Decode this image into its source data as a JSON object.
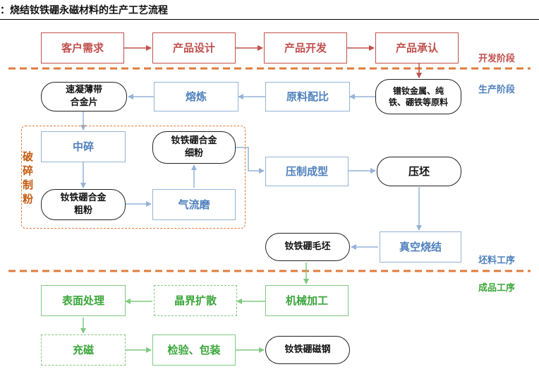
{
  "title": "：烧结钕铁硼永磁材料的生产工艺流程",
  "phases": {
    "dev": "开发阶段",
    "prod": "生产阶段",
    "blank": "坯料工序",
    "finished": "成品工序"
  },
  "dev_steps": [
    "客户需求",
    "产品设计",
    "产品开发",
    "产品承认"
  ],
  "nodes": {
    "raw_materials": "镨钕金属、纯\n铁、硼铁等原料",
    "batching": "原料配比",
    "smelting": "熔炼",
    "strip": "速凝薄带\n合金片",
    "crushing_group": "破碎制粉",
    "medium_crush": "中碎",
    "coarse_powder": "钕铁硼合金\n粗粉",
    "jet_mill": "气流磨",
    "fine_powder": "钕铁硼合金\n细粉",
    "pressing": "压制成型",
    "green_compact": "压坯",
    "vacuum_sinter": "真空烧结",
    "blank": "钕铁硼毛坯",
    "machining": "机械加工",
    "grain_diffusion": "晶界扩散",
    "surface": "表面处理",
    "magnetize": "充磁",
    "inspect": "检验、包装",
    "magnet": "钕铁硼磁钢"
  },
  "colors": {
    "dev": "#c0504d",
    "prod": "#4f81bd",
    "prod_border": "#95b3d7",
    "finished": "#3aa63a",
    "divider": "#e07b3c"
  }
}
